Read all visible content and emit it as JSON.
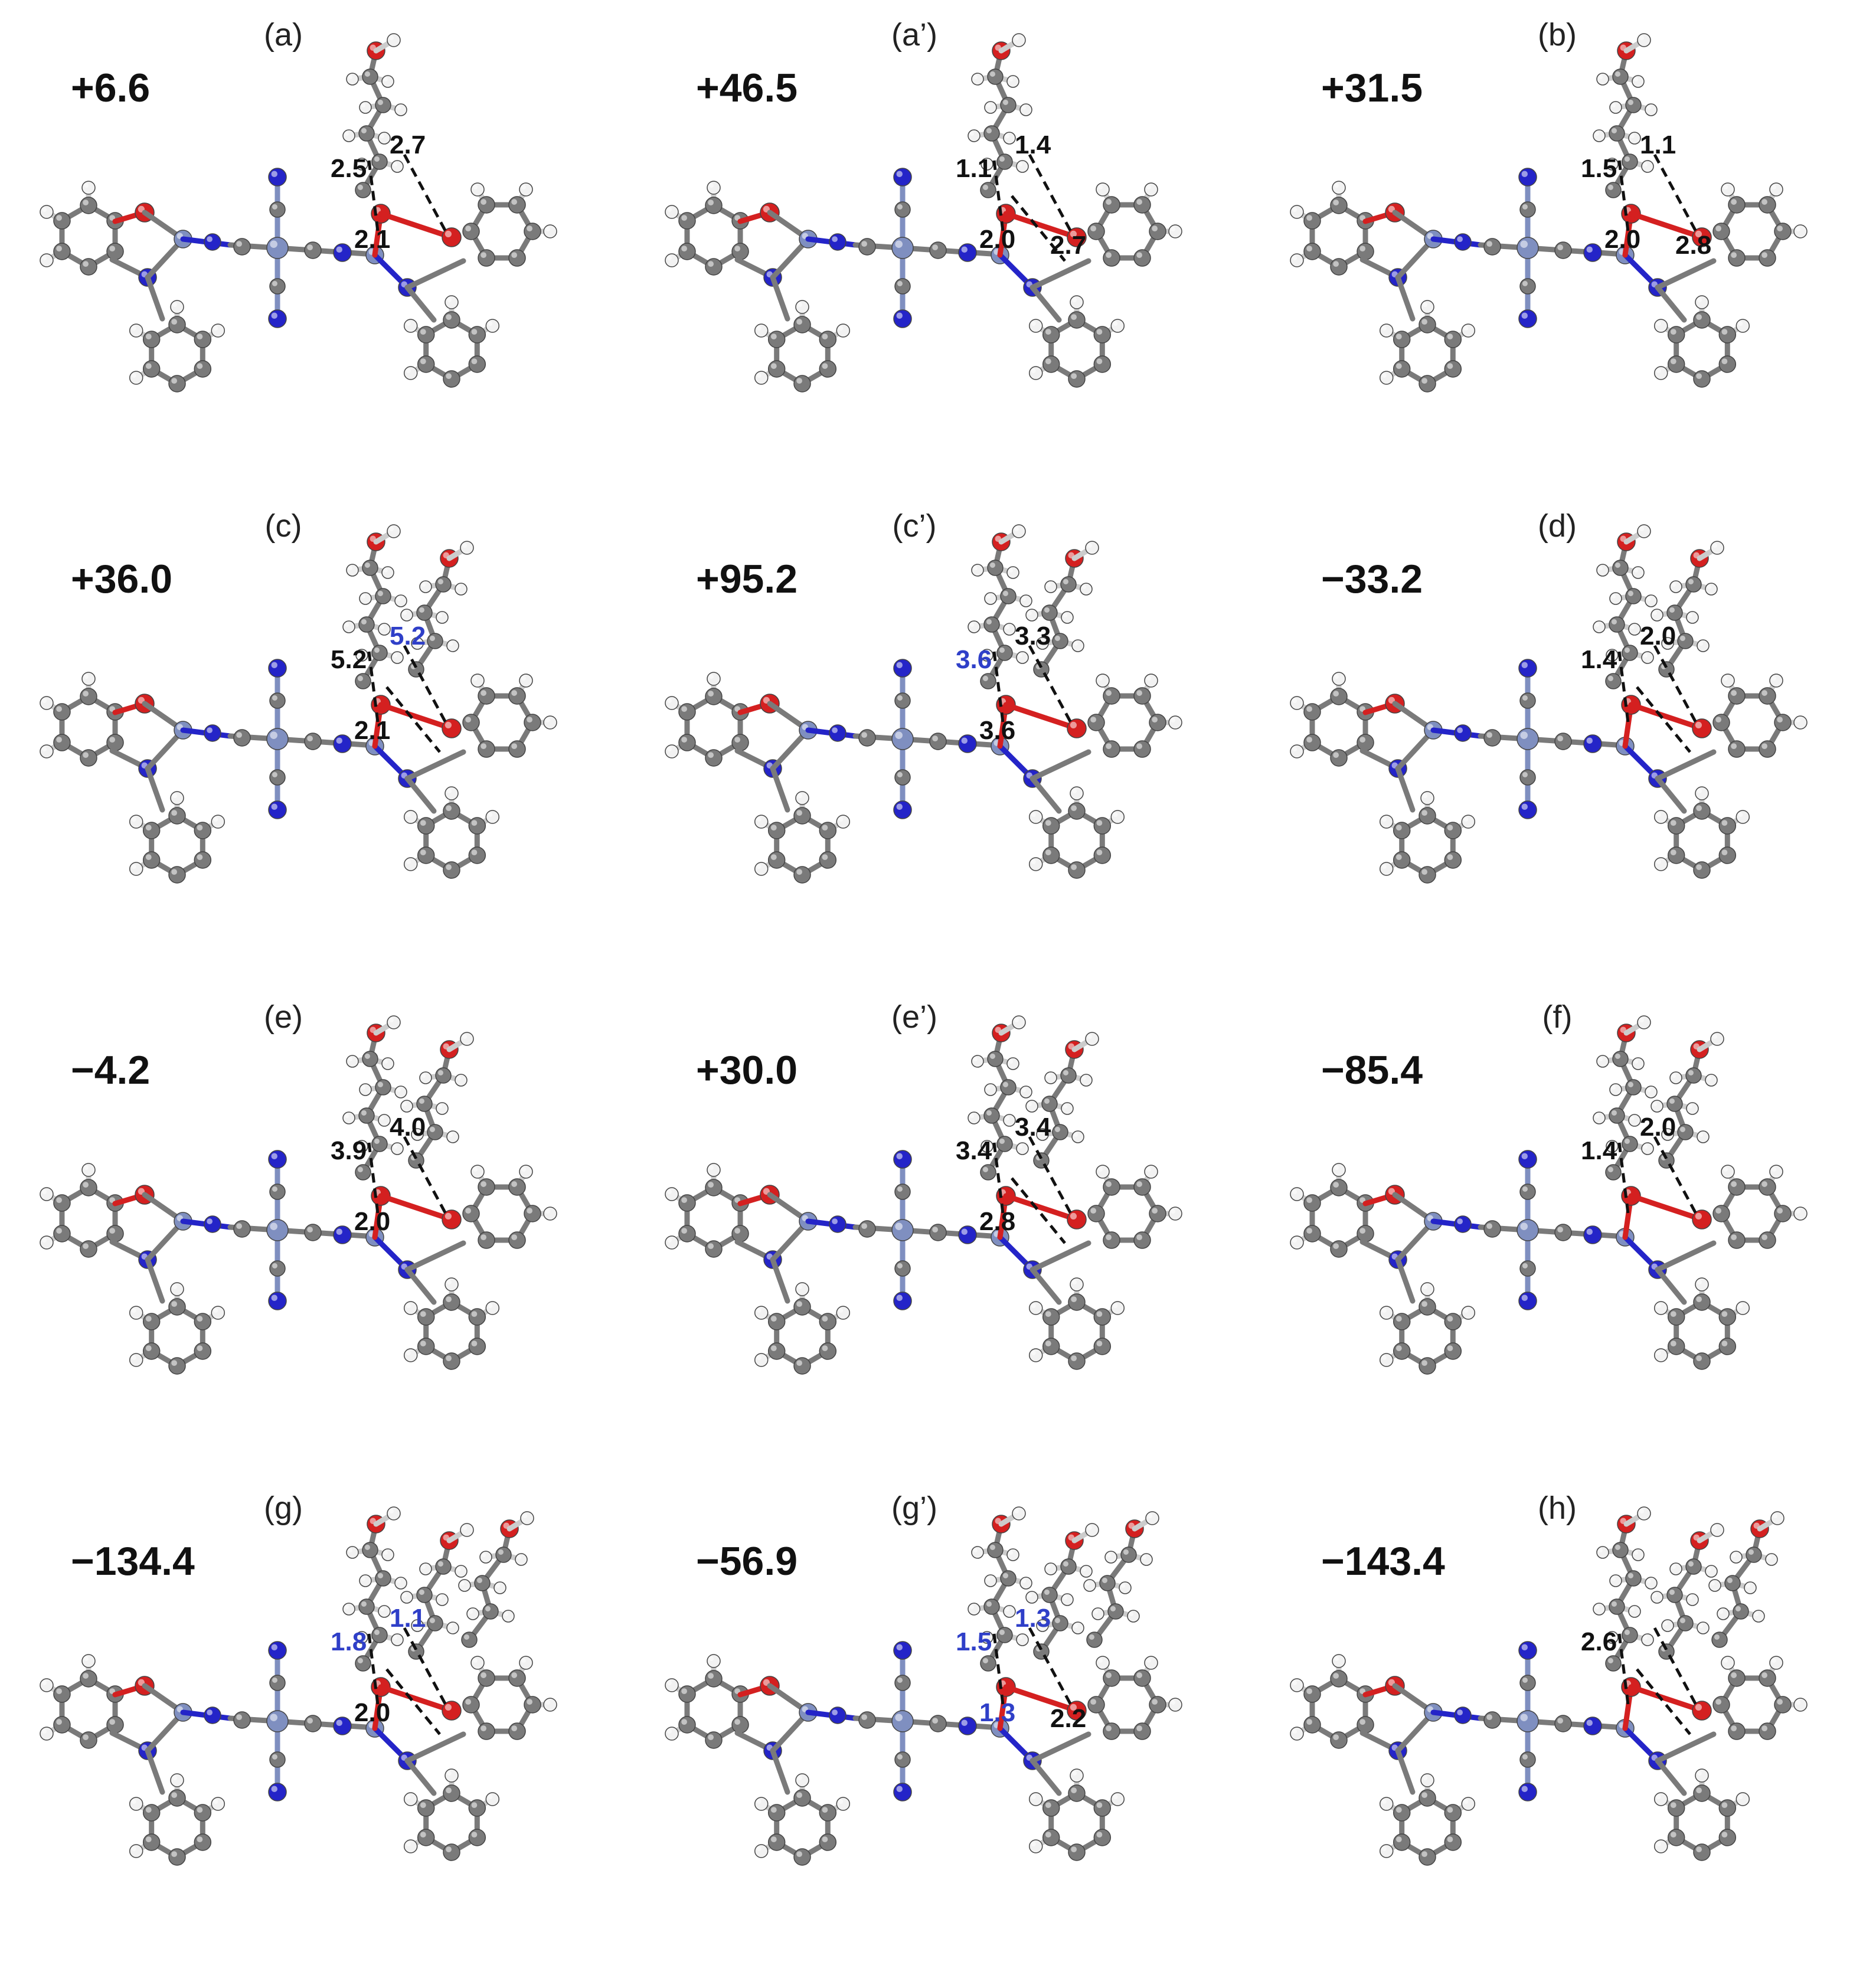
{
  "panels": [
    {
      "label": "(a)",
      "energy": "+6.6",
      "distances": [
        {
          "text": "2.5",
          "color": "#111111"
        },
        {
          "text": "2.7",
          "color": "#111111"
        },
        {
          "text": "2.1",
          "color": "#111111"
        }
      ]
    },
    {
      "label": "(a’)",
      "energy": "+46.5",
      "distances": [
        {
          "text": "1.1",
          "color": "#111111"
        },
        {
          "text": "1.4",
          "color": "#111111"
        },
        {
          "text": "2.0",
          "color": "#111111"
        },
        {
          "text": "2.7",
          "color": "#111111"
        }
      ]
    },
    {
      "label": "(b)",
      "energy": "+31.5",
      "distances": [
        {
          "text": "1.5",
          "color": "#111111"
        },
        {
          "text": "1.1",
          "color": "#111111"
        },
        {
          "text": "2.0",
          "color": "#111111"
        },
        {
          "text": "2.8",
          "color": "#111111"
        }
      ]
    },
    {
      "label": "(c)",
      "energy": "+36.0",
      "distances": [
        {
          "text": "5.2",
          "color": "#111111"
        },
        {
          "text": "5.2",
          "color": "#2f3fc8"
        },
        {
          "text": "2.1",
          "color": "#111111"
        }
      ]
    },
    {
      "label": "(c’)",
      "energy": "+95.2",
      "distances": [
        {
          "text": "3.6",
          "color": "#2f3fc8"
        },
        {
          "text": "3.3",
          "color": "#111111"
        },
        {
          "text": "3.6",
          "color": "#111111"
        }
      ]
    },
    {
      "label": "(d)",
      "energy": "−33.2",
      "distances": [
        {
          "text": "1.4",
          "color": "#111111"
        },
        {
          "text": "2.0",
          "color": "#111111"
        }
      ]
    },
    {
      "label": "(e)",
      "energy": "−4.2",
      "distances": [
        {
          "text": "3.9",
          "color": "#111111"
        },
        {
          "text": "4.0",
          "color": "#111111"
        },
        {
          "text": "2.0",
          "color": "#111111"
        }
      ]
    },
    {
      "label": "(e’)",
      "energy": "+30.0",
      "distances": [
        {
          "text": "3.4",
          "color": "#111111"
        },
        {
          "text": "3.4",
          "color": "#111111"
        },
        {
          "text": "2.8",
          "color": "#111111"
        }
      ]
    },
    {
      "label": "(f)",
      "energy": "−85.4",
      "distances": [
        {
          "text": "1.4",
          "color": "#111111"
        },
        {
          "text": "2.0",
          "color": "#111111"
        }
      ]
    },
    {
      "label": "(g)",
      "energy": "−134.4",
      "distances": [
        {
          "text": "1.8",
          "color": "#2f3fc8"
        },
        {
          "text": "1.1",
          "color": "#2f3fc8"
        },
        {
          "text": "2.0",
          "color": "#111111"
        }
      ]
    },
    {
      "label": "(g’)",
      "energy": "−56.9",
      "distances": [
        {
          "text": "1.5",
          "color": "#2f3fc8"
        },
        {
          "text": "1.3",
          "color": "#2f3fc8"
        },
        {
          "text": "1.3",
          "color": "#2f3fc8"
        },
        {
          "text": "2.2",
          "color": "#111111"
        }
      ]
    },
    {
      "label": "(h)",
      "energy": "−143.4",
      "distances": [
        {
          "text": "2.6",
          "color": "#111111"
        }
      ]
    }
  ],
  "colors": {
    "carbon": "#7a7a7a",
    "hydrogen": "#f2f2f2",
    "nitrogen": "#2424c8",
    "oxygen": "#d42020",
    "metal": "#7f8fc0"
  }
}
